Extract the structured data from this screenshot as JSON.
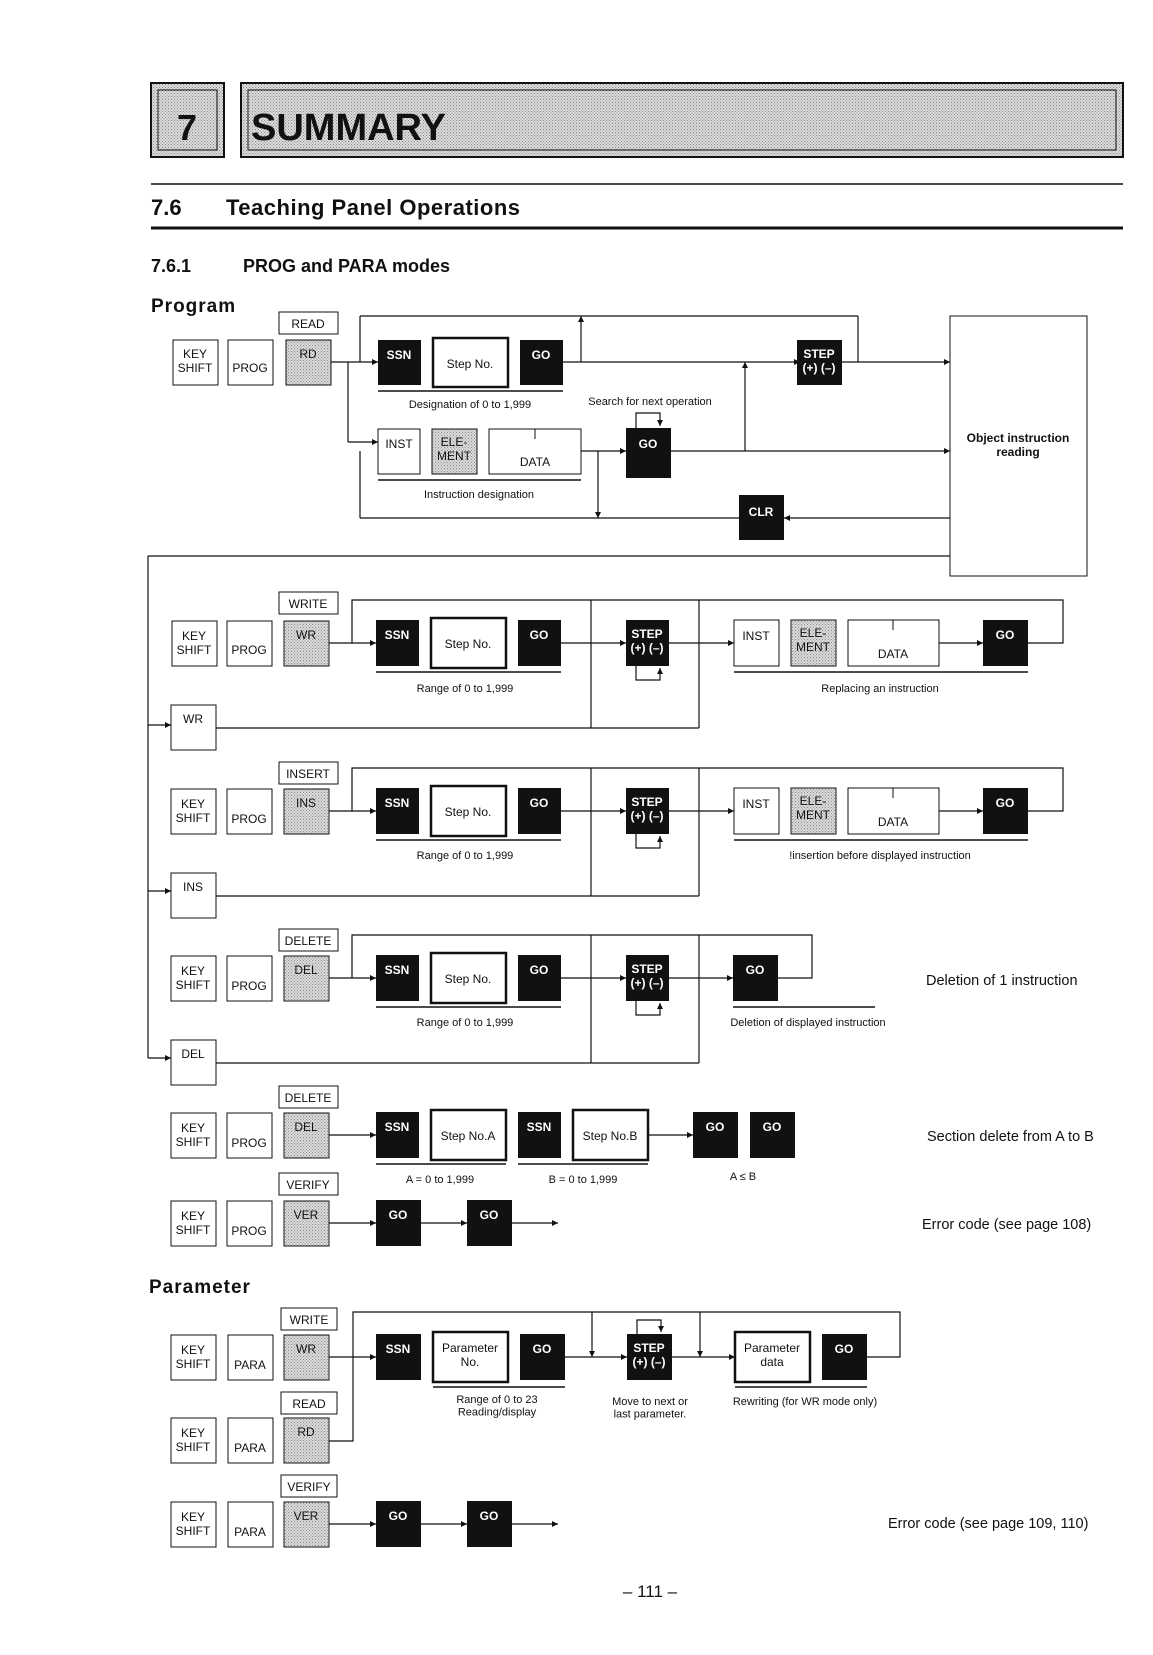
{
  "header": {
    "chapter_number": "7",
    "chapter_title": "SUMMARY"
  },
  "section": {
    "number": "7.6",
    "title": "Teaching Panel Operations"
  },
  "subsection": {
    "number": "7.6.1",
    "title": "PROG and PARA modes"
  },
  "program": {
    "heading": "Program",
    "read": {
      "mode": "READ",
      "keys": [
        "KEY\nSHIFT",
        "PROG",
        "RD"
      ],
      "ssn": "SSN",
      "step_no": "Step No.",
      "go": "GO",
      "designation_caption": "Designation of 0 to 1,999",
      "search_caption": "Search for next operation",
      "inst": "INST",
      "element": "ELE-\nMENT",
      "data_field": "DATA",
      "instruction_caption": "Instruction designation",
      "go_search": "GO",
      "step_key": "STEP\n(+) (–)",
      "clr": "CLR",
      "result": "Object instruction\nreading"
    },
    "write": {
      "mode": "WRITE",
      "keys": [
        "KEY\nSHIFT",
        "PROG",
        "WR"
      ],
      "ssn": "SSN",
      "step_no": "Step No.",
      "go": "GO",
      "step_key": "STEP\n(+) (–)",
      "inst": "INST",
      "element": "ELE-\nMENT",
      "data_field": "DATA",
      "go_end": "GO",
      "range_caption": "Range of 0 to 1,999",
      "replace_caption": "Replacing an instruction",
      "loop_key": "WR"
    },
    "insert": {
      "mode": "INSERT",
      "keys": [
        "KEY\nSHIFT",
        "PROG",
        "INS"
      ],
      "ssn": "SSN",
      "step_no": "Step No.",
      "go": "GO",
      "step_key": "STEP\n(+) (–)",
      "inst": "INST",
      "element": "ELE-\nMENT",
      "data_field": "DATA",
      "go_end": "GO",
      "range_caption": "Range of 0 to 1,999",
      "insert_caption": "!insertion before displayed instruction",
      "loop_key": "INS"
    },
    "delete": {
      "mode": "DELETE",
      "keys": [
        "KEY\nSHIFT",
        "PROG",
        "DEL"
      ],
      "ssn": "SSN",
      "step_no": "Step No.",
      "go": "GO",
      "step_key": "STEP\n(+) (–)",
      "go_end": "GO",
      "range_caption": "Range of 0 to 1,999",
      "delete_caption": "Deletion of displayed instruction",
      "loop_key": "DEL",
      "note": "Deletion of 1 instruction"
    },
    "section_delete": {
      "mode": "DELETE",
      "keys": [
        "KEY\nSHIFT",
        "PROG",
        "DEL"
      ],
      "ssn_a": "SSN",
      "step_no_a": "Step No.A",
      "ssn_b": "SSN",
      "step_no_b": "Step No.B",
      "go_1": "GO",
      "go_2": "GO",
      "a_caption": "A = 0 to 1,999",
      "b_caption": "B = 0 to 1,999",
      "ab_caption": "A ≤ B",
      "note": "Section delete from A to B"
    },
    "verify": {
      "mode": "VERIFY",
      "keys": [
        "KEY\nSHIFT",
        "PROG",
        "VER"
      ],
      "go_1": "GO",
      "go_2": "GO",
      "note": "Error code (see page 108)"
    }
  },
  "parameter": {
    "heading": "Parameter",
    "write": {
      "mode": "WRITE",
      "keys": [
        "KEY\nSHIFT",
        "PARA",
        "WR"
      ]
    },
    "read": {
      "mode": "READ",
      "keys": [
        "KEY\nSHIFT",
        "PARA",
        "RD"
      ]
    },
    "flow": {
      "ssn": "SSN",
      "param_no": "Parameter\nNo.",
      "go": "GO",
      "step_key": "STEP\n(+) (–)",
      "param_data": "Parameter\ndata",
      "go_end": "GO",
      "range_caption": "Range of 0 to 23\nReading/display",
      "move_caption": "Move to next or\nlast parameter.",
      "rewrite_caption": "Rewriting (for WR mode only)"
    },
    "verify": {
      "mode": "VERIFY",
      "keys": [
        "KEY\nSHIFT",
        "PARA",
        "VER"
      ],
      "go_1": "GO",
      "go_2": "GO",
      "note": "Error code (see page 109, 110)"
    }
  },
  "footer": {
    "page_number": "– 111 –"
  }
}
